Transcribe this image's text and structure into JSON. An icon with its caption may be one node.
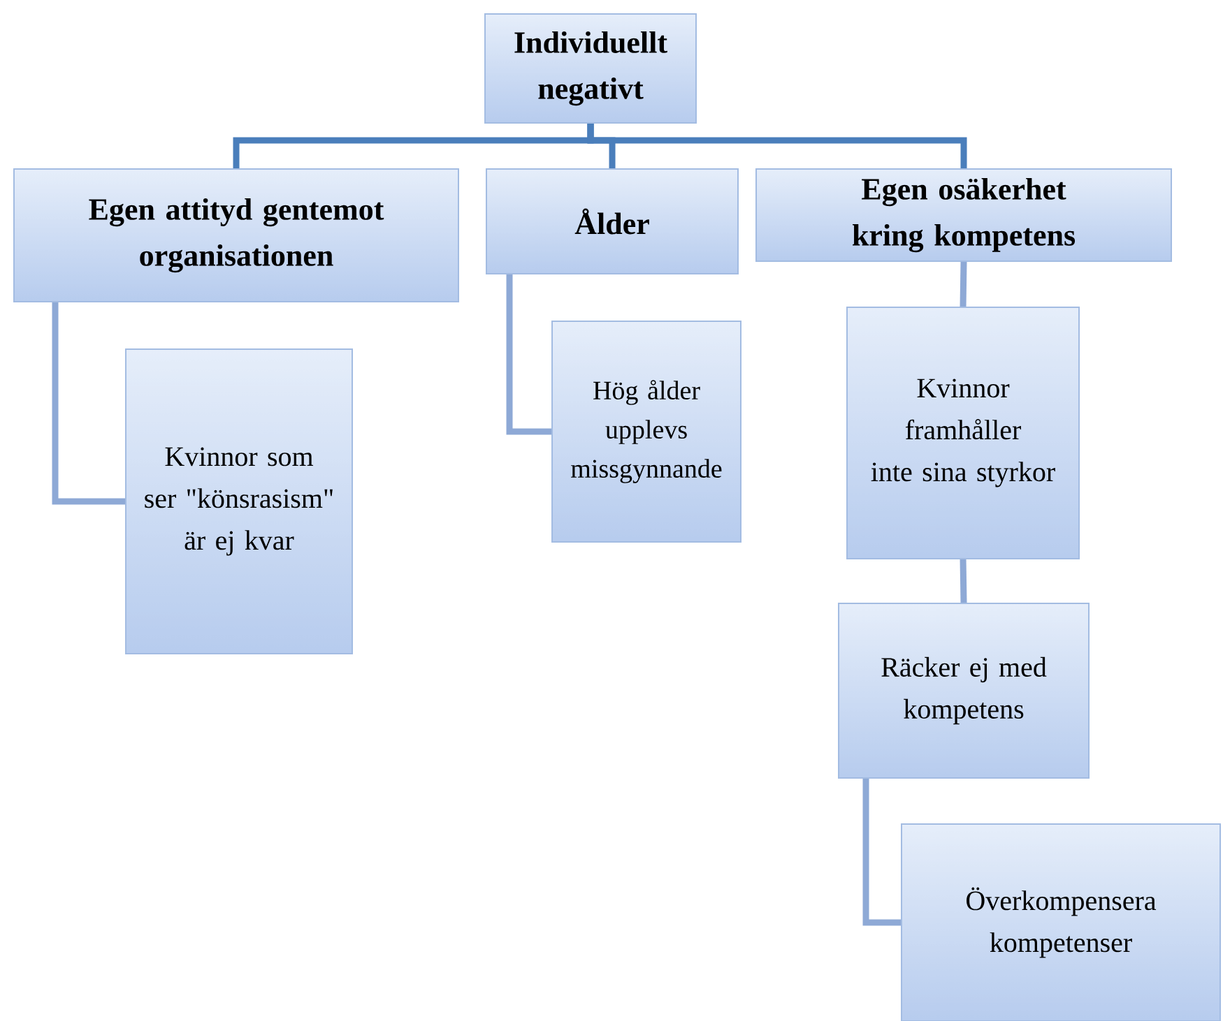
{
  "diagram": {
    "nodes": [
      {
        "text": [
          "Individuellt negativt"
        ]
      },
      {
        "text": [
          "Egen attityd gentemot organisationen"
        ]
      },
      {
        "text": [
          "Ålder"
        ]
      },
      {
        "text": [
          "Egen osäkerhet kring kompetens"
        ]
      },
      {
        "text": [
          "Kvinnor som ser \"könsrasism\" är ej kvar"
        ]
      },
      {
        "text": [
          "Hög ålder upplevs missgynnande"
        ]
      },
      {
        "text": [
          "Kvinnor framhåller inte sina styrkor"
        ]
      },
      {
        "text": [
          "Räcker ej med kompetens"
        ]
      },
      {
        "text": [
          "Överkompensera kompetenser"
        ]
      }
    ],
    "edges": [
      {
        "from": 0,
        "to": 1,
        "arrow": "none",
        "color": "#4a7ebb"
      },
      {
        "from": 0,
        "to": 2,
        "arrow": "none",
        "color": "#4a7ebb"
      },
      {
        "from": 0,
        "to": 3,
        "arrow": "none",
        "color": "#4a7ebb"
      },
      {
        "from": 1,
        "to": 4,
        "arrow": "none"
      },
      {
        "from": 2,
        "to": 5,
        "arrow": "none"
      },
      {
        "from": 3,
        "to": 6,
        "arrow": "none"
      },
      {
        "from": 6,
        "to": 7,
        "arrow": "none"
      },
      {
        "from": 7,
        "to": 8,
        "arrow": "none"
      }
    ]
  }
}
